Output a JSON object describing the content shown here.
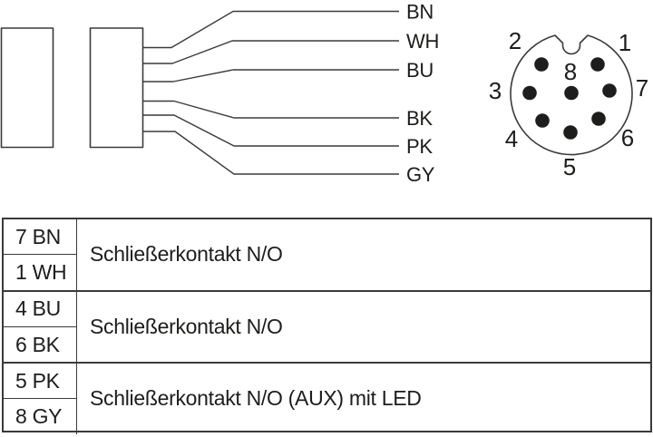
{
  "colors": {
    "line": "#3a3a3a",
    "text": "#1d1d1b",
    "pin_fill": "#1d1d1b",
    "background": "#ffffff"
  },
  "cable_diagram": {
    "wire_labels": [
      "BN",
      "WH",
      "BU",
      "BK",
      "PK",
      "GY"
    ]
  },
  "connector": {
    "pin_labels": [
      "1",
      "2",
      "3",
      "4",
      "5",
      "6",
      "7",
      "8"
    ]
  },
  "pinout_table": {
    "groups": [
      {
        "pins": [
          "7 BN",
          "1 WH"
        ],
        "description": "Schließerkontakt N/O"
      },
      {
        "pins": [
          "4 BU",
          "6 BK"
        ],
        "description": "Schließerkontakt N/O"
      },
      {
        "pins": [
          "5 PK",
          "8 GY"
        ],
        "description": "Schließerkontakt N/O (AUX) mit LED"
      }
    ]
  }
}
